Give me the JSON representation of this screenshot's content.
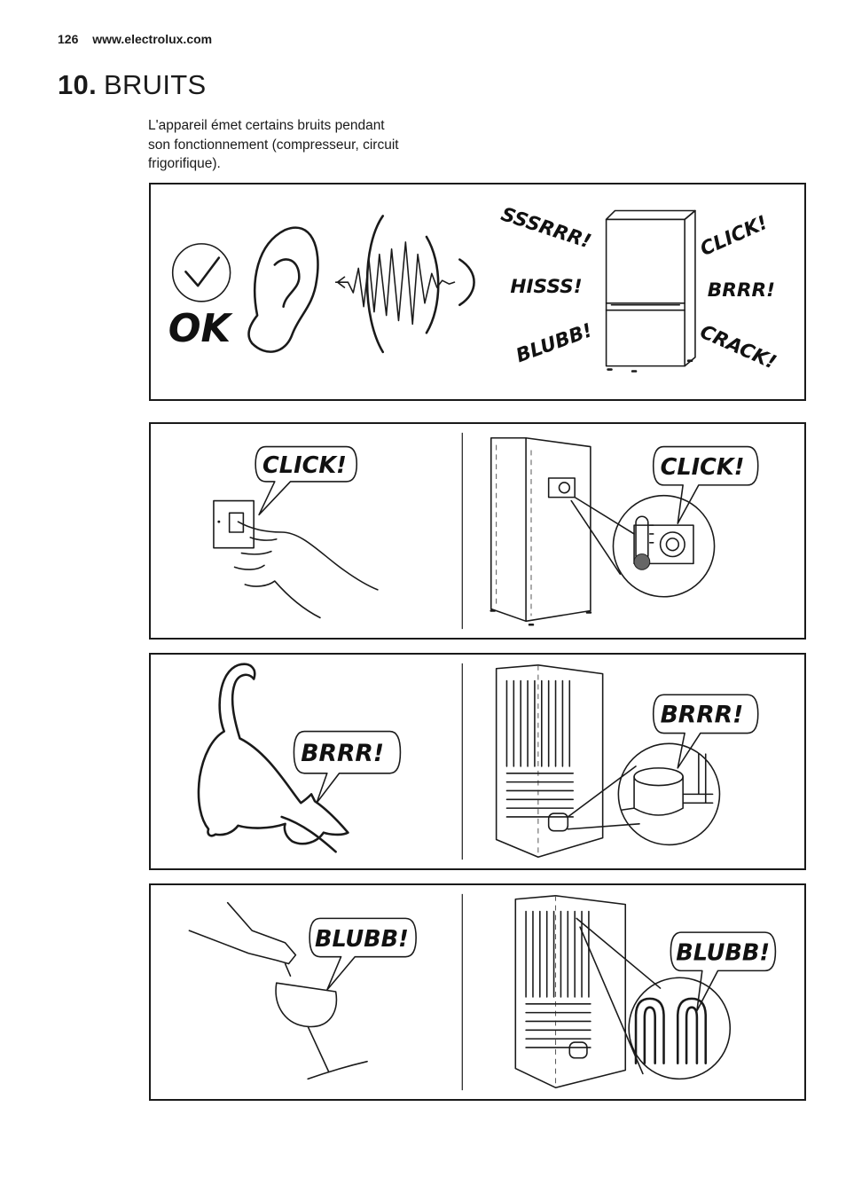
{
  "header": {
    "page_number": "126",
    "website": "www.electrolux.com"
  },
  "section": {
    "number": "10.",
    "title": "BRUITS"
  },
  "intro": [
    "L'appareil émet certains bruits pendant",
    "son fonctionnement (compresseur, circuit",
    "frigorifique)."
  ],
  "panel1": {
    "ok": "OK",
    "sounds": {
      "sssrrr": "SSSRRR!",
      "hisss": "HISSS!",
      "blubb": "BLUBB!",
      "click": "CLICK!",
      "brrr": "BRRR!",
      "crack": "CRACK!"
    }
  },
  "panel2": {
    "left_bubble": "CLICK!",
    "right_bubble": "CLICK!"
  },
  "panel3": {
    "left_bubble": "BRRR!",
    "right_bubble": "BRRR!"
  },
  "panel4": {
    "left_bubble": "BLUBB!",
    "right_bubble": "BLUBB!"
  }
}
